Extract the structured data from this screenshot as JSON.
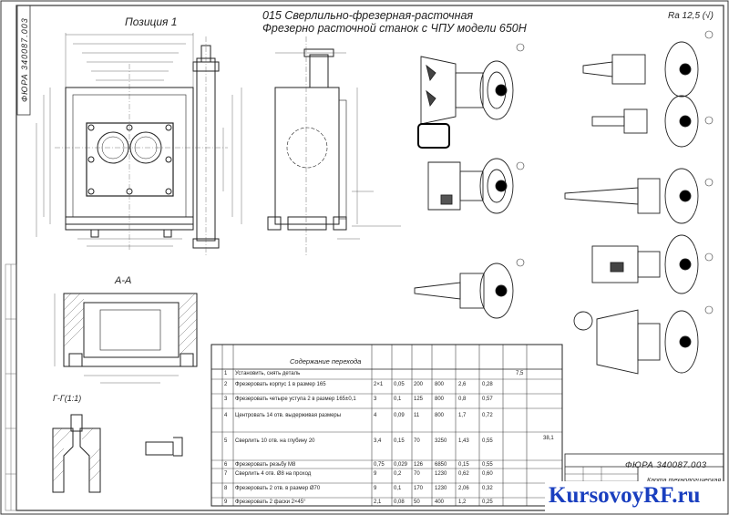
{
  "drawing": {
    "title_line1": "015 Сверлильно-фрезерная-расточная",
    "title_line2": "Фрезерно расточной станок с ЧПУ модели 650Н",
    "position_label": "Позиция 1",
    "stamp_code": "ФЮРА 340087.003",
    "roughness": "Ra 12,5 (√)",
    "section_aa": "А-А",
    "section_gg": "Г-Г(1:1)",
    "table_heading": "Содержание перехода",
    "titleblock_code": "ФЮРА 340087.003",
    "titleblock_name": "Карта технологическая",
    "watermark": "KursovoyRF.ru"
  },
  "table": {
    "rows": [
      {
        "n": "1",
        "text": "Установить, снять деталь",
        "t": "7,5"
      },
      {
        "n": "2",
        "text": "Фрезеровать корпус 1 в размер 165",
        "v1": "2×1",
        "v2": "0,05",
        "v3": "200",
        "v4": "800",
        "v5": "2,6",
        "v6": "0,28"
      },
      {
        "n": "3",
        "text": "Фрезеровать четыре уступа 2 в размер 165±0,1",
        "v1": "3",
        "v2": "0,1",
        "v3": "125",
        "v4": "800",
        "v5": "0,8",
        "v6": "0,57"
      },
      {
        "n": "4",
        "text": "Центровать 14 отв. выдерживая размеры",
        "v1": "4",
        "v2": "0,09",
        "v3": "11",
        "v4": "800",
        "v5": "1,7",
        "v6": "0,72"
      },
      {
        "n": "5",
        "text": "Сверлить 10 отв. на глубину 20",
        "v1": "3,4",
        "v2": "0,15",
        "v3": "70",
        "v4": "3250",
        "v5": "1,43",
        "v6": "0,55"
      },
      {
        "n": "6",
        "text": "Фрезеровать резьбу М8",
        "v1": "0,75",
        "v2": "0,029",
        "v3": "126",
        "v4": "6850",
        "v5": "0,15",
        "v6": "0,55"
      },
      {
        "n": "7",
        "text": "Сверлить 4 отв. Ø8 на проход",
        "v1": "9",
        "v2": "0,2",
        "v3": "70",
        "v4": "1230",
        "v5": "0,62",
        "v6": "0,60"
      },
      {
        "n": "8",
        "text": "Фрезеровать 2 отв. в размер Ø70",
        "v1": "9",
        "v2": "0,1",
        "v3": "170",
        "v4": "1230",
        "v5": "2,06",
        "v6": "0,32"
      },
      {
        "n": "9",
        "text": "Фрезеровать 2 фаски 2×45°",
        "v1": "2,1",
        "v2": "0,08",
        "v3": "50",
        "v4": "400",
        "v5": "1,2",
        "v6": "0,25"
      }
    ],
    "total": "38,1"
  }
}
